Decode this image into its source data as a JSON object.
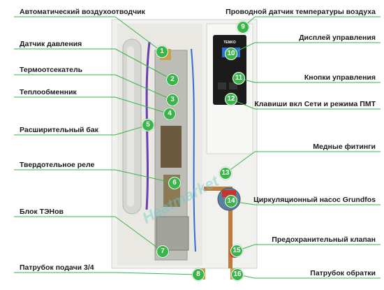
{
  "colors": {
    "accent": "#39b54a",
    "leader": "#39b54a",
    "text": "#1a1a1a"
  },
  "brand": "TENKO",
  "watermark": "Heatmarket",
  "left_labels": [
    {
      "num": "1",
      "text": "Автоматический воздухоотводчик"
    },
    {
      "num": "2",
      "text": "Датчик давления"
    },
    {
      "num": "3",
      "text": "Термоотсекатель"
    },
    {
      "num": "4",
      "text": "Теплообменник"
    },
    {
      "num": "5",
      "text": "Расширительный бак"
    },
    {
      "num": "6",
      "text": "Твердотельное реле"
    },
    {
      "num": "7",
      "text": "Блок ТЭНов"
    },
    {
      "num": "8",
      "text": "Патрубок подачи 3/4"
    }
  ],
  "right_labels": [
    {
      "num": "9",
      "text": "Проводной датчик температуры воздуха"
    },
    {
      "num": "10",
      "text": "Дисплей управления"
    },
    {
      "num": "11",
      "text": "Кнопки управления"
    },
    {
      "num": "12",
      "text": "Клавиши вкл Сети и режима ПМТ"
    },
    {
      "num": "13",
      "text": "Медные фитинги"
    },
    {
      "num": "14",
      "text": "Циркуляционный насос Grundfos"
    },
    {
      "num": "15",
      "text": "Предохранительный клапан"
    },
    {
      "num": "16",
      "text": "Патрубок обратки"
    }
  ]
}
